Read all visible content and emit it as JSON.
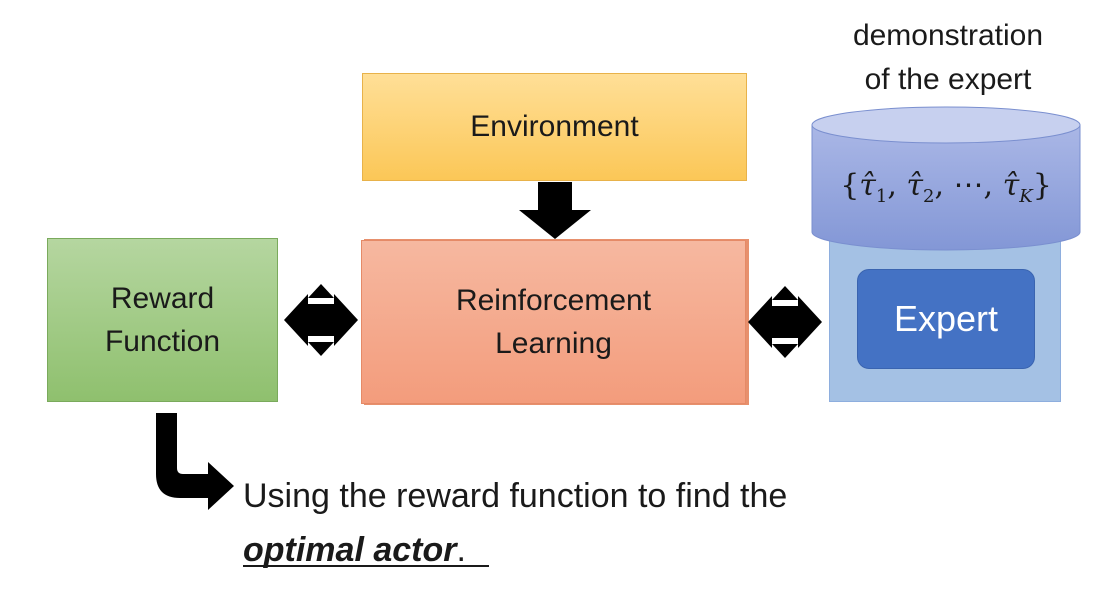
{
  "diagram": {
    "environment_label": "Environment",
    "rl_label_line1": "Reinforcement",
    "rl_label_line2": "Learning",
    "reward_label_line1": "Reward",
    "reward_label_line2": "Function",
    "expert_label": "Expert",
    "demo_label_line1": "demonstration",
    "demo_label_line2": "of the expert",
    "trajectories": "{τ̂₁, τ̂₂, ⋯, τ̂_K}",
    "caption_line1": "Using the reward function to find the",
    "caption_emphasis": "optimal actor",
    "caption_end": "."
  },
  "colors": {
    "environment": "#fbc757",
    "reinforcement_learning": "#f39c7c",
    "reward_function": "#8fc06e",
    "expert": "#4472c4",
    "expert_panel": "#a4c1e4",
    "database": "#8fa3db",
    "arrows": "#000000"
  },
  "icons": [
    "down-arrow-icon",
    "bidirectional-arrow-icon",
    "bent-arrow-icon",
    "database-cylinder-icon"
  ]
}
